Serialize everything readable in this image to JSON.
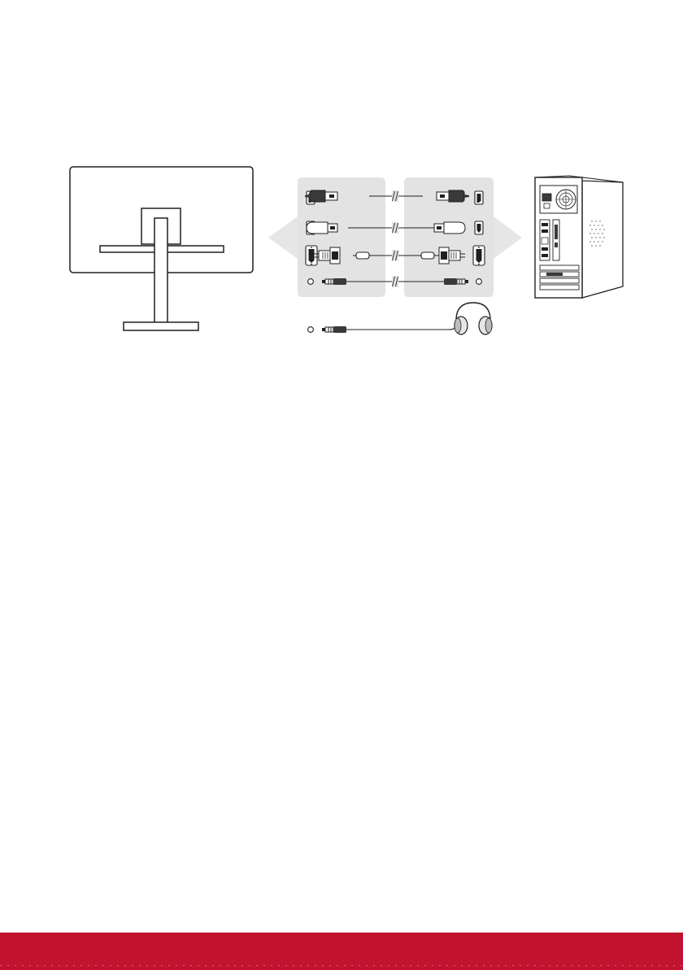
{
  "colors": {
    "background": "#ffffff",
    "line": "#231f20",
    "panel": "#e3e3e3",
    "arrow": "#e6e6e6",
    "plug_dark": "#3a3a3a",
    "grille": "#8a8a8a",
    "footer": "#c1122f"
  },
  "diagram": {
    "components": [
      "monitor",
      "port-panel-monitor",
      "port-panel-computer",
      "desktop-computer",
      "headphones"
    ],
    "cables": [
      {
        "type": "displayport",
        "connects": "monitor-to-computer"
      },
      {
        "type": "hdmi",
        "connects": "monitor-to-computer"
      },
      {
        "type": "vga",
        "connects": "monitor-to-computer"
      },
      {
        "type": "audio",
        "connects": "monitor-to-computer"
      },
      {
        "type": "headphone-audio",
        "connects": "monitor-to-headphones"
      }
    ]
  }
}
